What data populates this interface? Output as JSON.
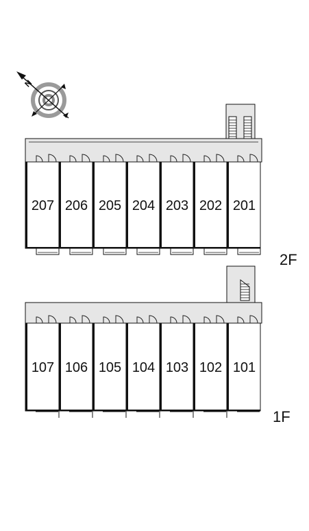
{
  "compass": {
    "letter": "N",
    "icon": "north-arrow-compass-icon"
  },
  "floors": [
    {
      "id": "2F",
      "label": "2F",
      "units": [
        "207",
        "206",
        "205",
        "204",
        "203",
        "202",
        "201"
      ],
      "stair": "staircase-icon"
    },
    {
      "id": "1F",
      "label": "1F",
      "units": [
        "107",
        "106",
        "105",
        "104",
        "103",
        "102",
        "101"
      ],
      "stair": "staircase-icon"
    }
  ],
  "colors": {
    "corridor": "#e6e6e6",
    "wall": "#111111",
    "door": "#222222",
    "compass_ring": "#9a9a9a"
  }
}
